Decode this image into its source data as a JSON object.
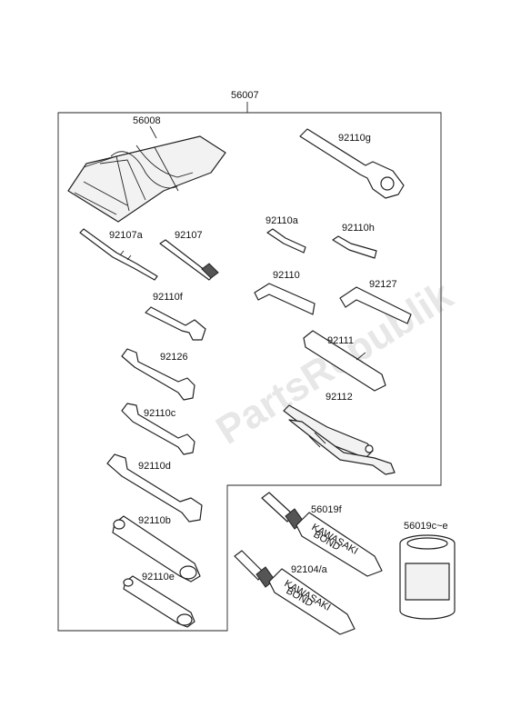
{
  "diagram": {
    "watermark": "PartsRepublik",
    "labels": {
      "kit": "56007",
      "bag": "56008",
      "g": "92110g",
      "a92107": "92107a",
      "p92107": "92107",
      "a": "92110a",
      "h": "92110h",
      "f": "92110f",
      "p92110": "92110",
      "p92127": "92127",
      "p92126": "92126",
      "p92111": "92111",
      "c": "92110c",
      "p92112": "92112",
      "d": "92110d",
      "b": "92110b",
      "e": "92110e",
      "p56019f": "56019f",
      "p56019ce": "56019c~e",
      "p92104": "92104/a"
    },
    "tube_text": [
      "KAWASAKI",
      "BOND"
    ]
  }
}
